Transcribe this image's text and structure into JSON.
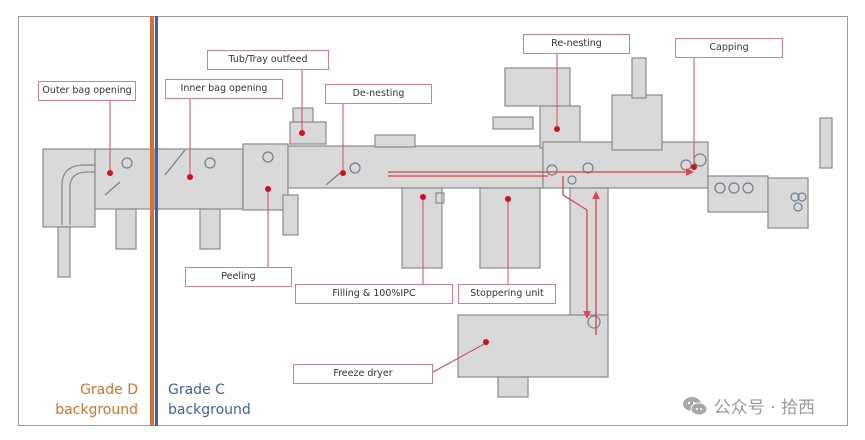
{
  "diagram": {
    "title": "Aseptic fill-finish line layout",
    "colors": {
      "grade_d_line": "#d8702e",
      "grade_c_line": "#3f5fa8",
      "callout_border": "#d08088",
      "callout_leader": "#c9505c",
      "marker_dot": "#d0101a",
      "flow_line": "#e04048",
      "machine_fill": "#d9d9d9",
      "machine_stroke": "#8a8a8a"
    },
    "callouts": [
      {
        "id": "outer-bag-opening",
        "text": "Outer bag opening"
      },
      {
        "id": "inner-bag-opening",
        "text": "Inner bag opening"
      },
      {
        "id": "tub-tray-outfeed",
        "text": "Tub/Tray outfeed"
      },
      {
        "id": "de-nesting",
        "text": "De-nesting"
      },
      {
        "id": "re-nesting",
        "text": "Re-nesting"
      },
      {
        "id": "capping",
        "text": "Capping"
      },
      {
        "id": "peeling",
        "text": "Peeling"
      },
      {
        "id": "filling-ipc",
        "text": "Filling & 100%IPC"
      },
      {
        "id": "stoppering-unit",
        "text": "Stoppering unit"
      },
      {
        "id": "freeze-dryer",
        "text": "Freeze dryer"
      }
    ],
    "zones": {
      "grade_d": {
        "line1": "Grade D",
        "line2": "background"
      },
      "grade_c": {
        "line1": "Grade C",
        "line2": "background"
      }
    }
  },
  "watermark": {
    "icon": "wechat-icon",
    "text": "公众号 · 拾西"
  }
}
